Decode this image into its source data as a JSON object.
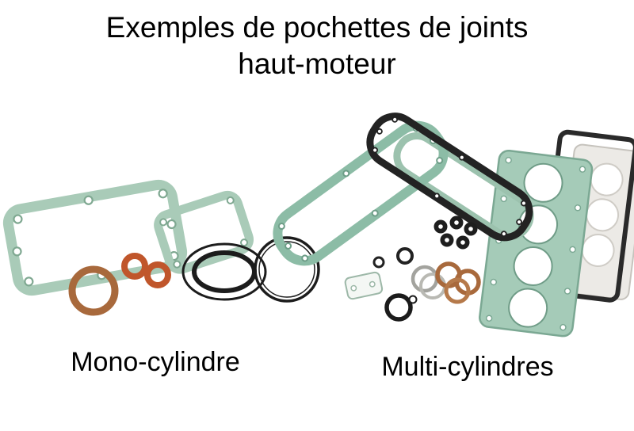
{
  "title": {
    "line1": "Exemples de pochettes de joints",
    "line2": "haut-moteur"
  },
  "figures": {
    "mono": {
      "label": "Mono-cylindre"
    },
    "multi": {
      "label": "Multi-cylindres"
    }
  },
  "colors": {
    "background": "#ffffff",
    "text": "#000000",
    "gasket_green_outline": "#a9cbb8",
    "gasket_teal_fill": "#a5cbb8",
    "copper": "#a8693c",
    "orange_seal": "#c0562b",
    "rubber_black": "#1c1c1c",
    "paper_gray": "#eceae6"
  }
}
